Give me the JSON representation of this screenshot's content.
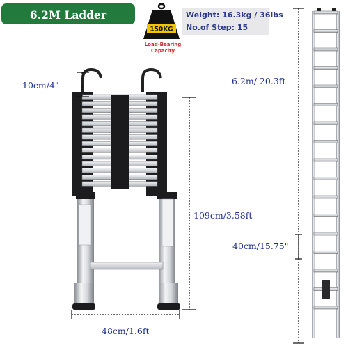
{
  "title": "6.2M Ladder Dimension",
  "weight_icon": {
    "icon": "weight-icon",
    "label": "150KG",
    "caption": "Load-Bearing Capacity"
  },
  "specs": {
    "weight": "Weight: 16.3kg / 36lbs",
    "steps": "No.of Step: 15"
  },
  "dimensions": {
    "hook": "10cm/4\"",
    "collapsed_height": "109cm/3.58ft",
    "width": "48cm/1.6ft",
    "extended_height": "6.2m/ 20.3ft",
    "step_spacing": "40cm/15.75\""
  },
  "colors": {
    "title_bg": "#227a3c",
    "dimension_text": "#1e2f8e",
    "caption_red": "#d8232a",
    "spec_text": "#2c3a8c"
  }
}
